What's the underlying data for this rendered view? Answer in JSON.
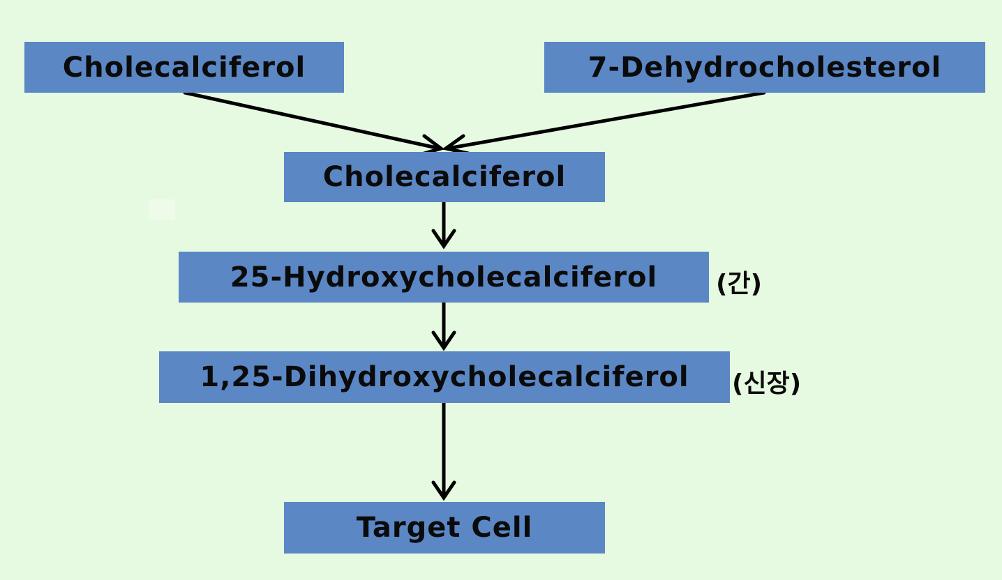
{
  "nodes": {
    "source_left": "Cholecalciferol",
    "source_right": "7-Dehydrocholesterol",
    "merge": "Cholecalciferol",
    "step_25": "25-Hydroxycholecalciferol",
    "step_125": "1,25-Dihydroxycholecalciferol",
    "target": "Target Cell"
  },
  "notes": {
    "liver": "(간)",
    "kidney": "(신장)"
  },
  "colors": {
    "background": "#e6f9e1",
    "box": "#5b87c5",
    "text": "#0b0b0b",
    "arrow": "#000000"
  }
}
